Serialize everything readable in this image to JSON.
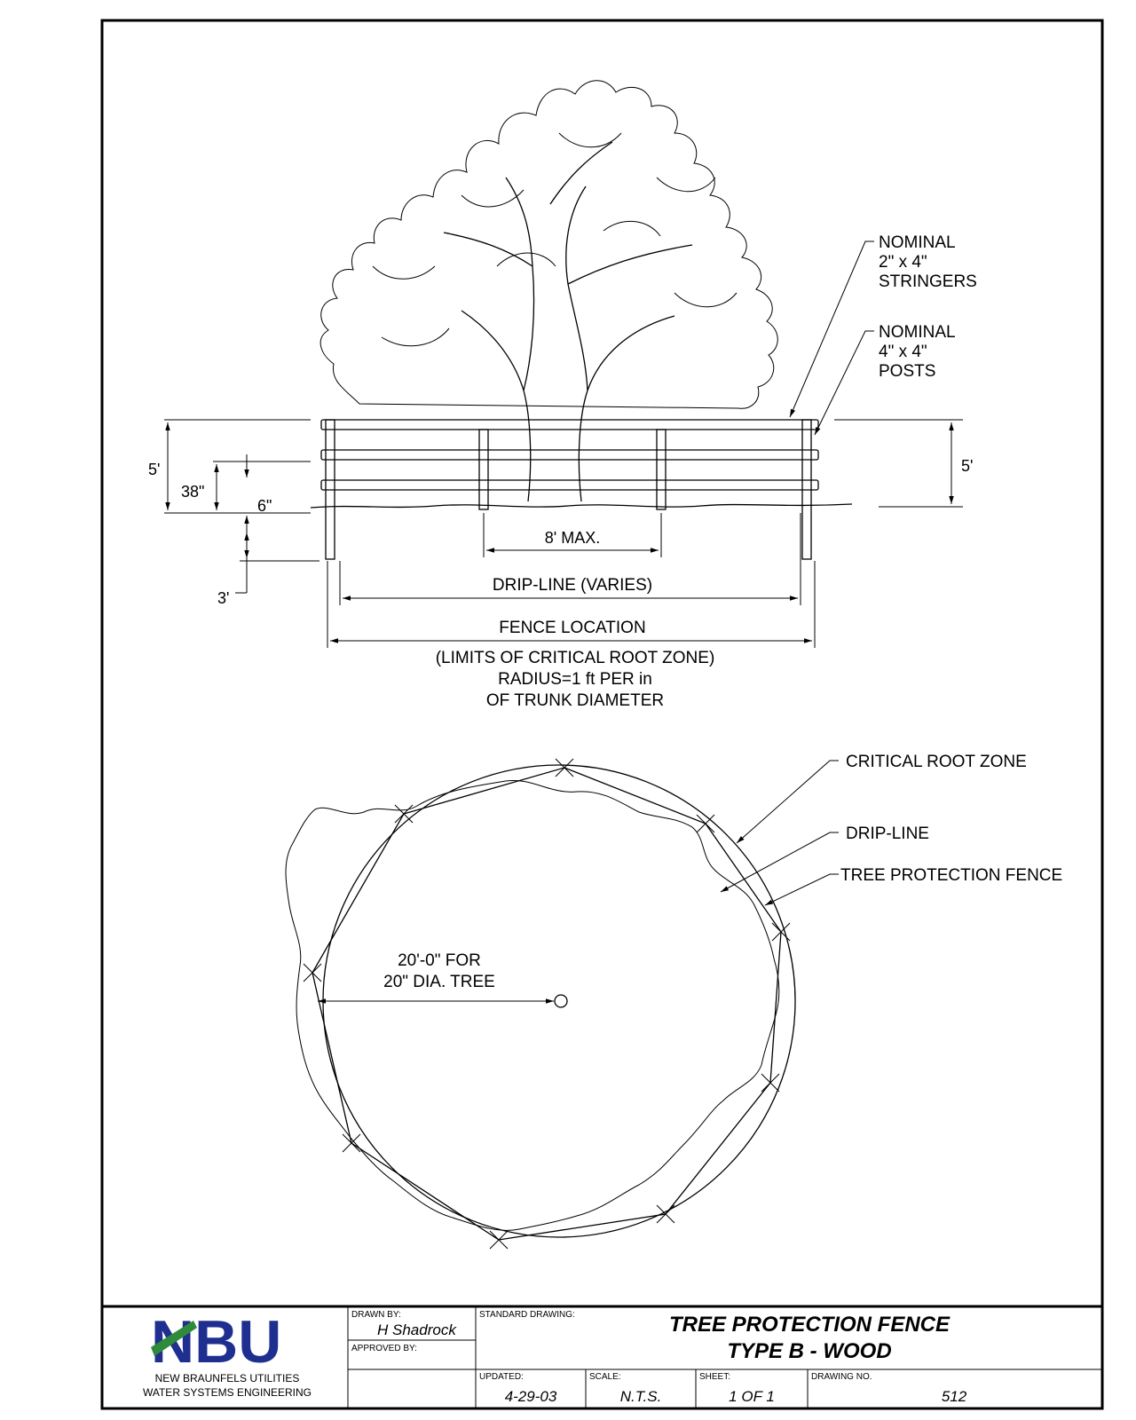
{
  "elevation": {
    "stringer_label": [
      "NOMINAL",
      "2\" x 4\"",
      "STRINGERS"
    ],
    "post_label": [
      "NOMINAL",
      "4\" x 4\"",
      "POSTS"
    ],
    "dim_height_left": "5'",
    "dim_height_right": "5'",
    "dim_38": "38\"",
    "dim_6": "6\"",
    "dim_3": "3'",
    "dim_8max": "8' MAX.",
    "dim_dripline": "DRIP-LINE (VARIES)",
    "dim_fence": "FENCE LOCATION",
    "note_lines": [
      "(LIMITS OF CRITICAL ROOT ZONE)",
      "RADIUS=1 ft PER in",
      "OF TRUNK DIAMETER"
    ]
  },
  "plan": {
    "labels": {
      "critical_root_zone": "CRITICAL ROOT ZONE",
      "drip_line": "DRIP-LINE",
      "tree_protection_fence": "TREE PROTECTION FENCE"
    },
    "radius_lines": [
      "20'-0\" FOR",
      "20\" DIA. TREE"
    ]
  },
  "title_block": {
    "logo_text": "NBU",
    "logo_colors": {
      "primary": "#1f2f8f",
      "accent": "#2e8b3c"
    },
    "org_line1": "NEW BRAUNFELS UTILITIES",
    "org_line2": "WATER SYSTEMS ENGINEERING",
    "drawn_by_label": "DRAWN BY:",
    "drawn_by": "H Shadrock",
    "approved_by_label": "APPROVED BY:",
    "standard_drawing_label": "STANDARD DRAWING:",
    "title_line1": "TREE PROTECTION FENCE",
    "title_line2": "TYPE B - WOOD",
    "updated_label": "UPDATED:",
    "updated": "4-29-03",
    "scale_label": "SCALE:",
    "scale": "N.T.S.",
    "sheet_label": "SHEET:",
    "sheet": "1 OF 1",
    "drawing_no_label": "DRAWING NO.",
    "drawing_no": "512"
  }
}
